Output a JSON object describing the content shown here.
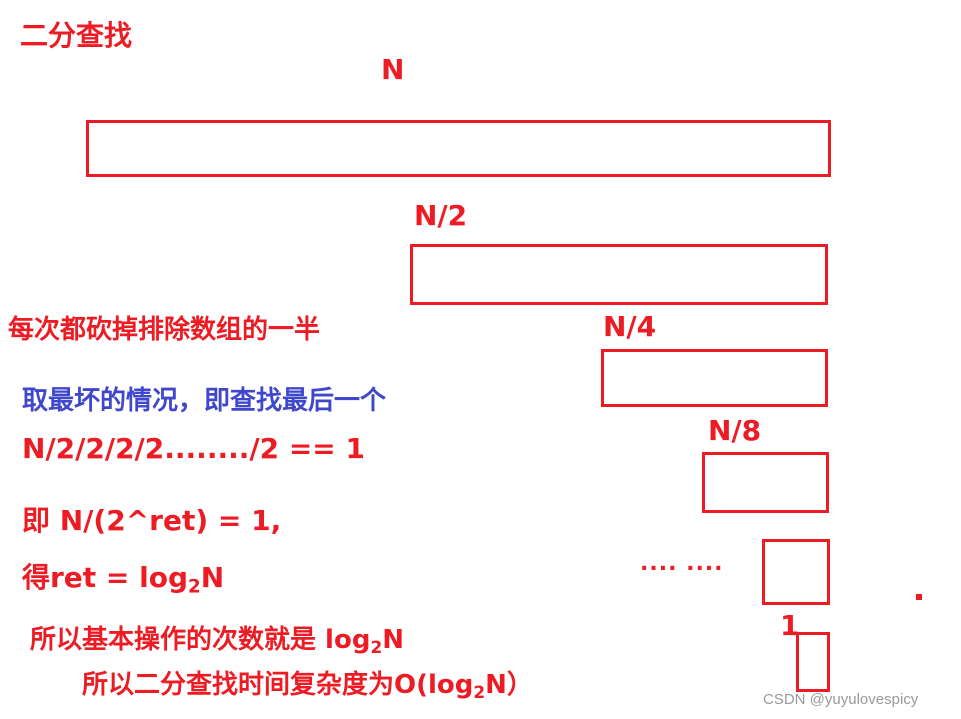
{
  "title": "二分查找",
  "labels": {
    "n": "N",
    "n2": "N/2",
    "n4": "N/4",
    "n8": "N/8",
    "dots": ".... ....",
    "one": "1"
  },
  "notes": {
    "halve": "每次都砍掉排除数组的一半",
    "worst_case": "取最坏的情况，即查找最后一个",
    "division": "N/2/2/2/2......../2 == 1",
    "equation": "即 N/(2^ret) = 1,",
    "result_prefix": "得ret = log",
    "result_sub": "2",
    "result_suffix": "N",
    "ops_prefix": "所以基本操作的次数就是 log",
    "ops_sub": "2",
    "ops_suffix": "N",
    "complexity_prefix": "所以二分查找时间复杂度为O(log",
    "complexity_sub": "2",
    "complexity_suffix": "N）"
  },
  "watermark": "CSDN @yuyulovespicy",
  "colors": {
    "accent": "#ed1c24",
    "blue": "#3f48cc"
  }
}
